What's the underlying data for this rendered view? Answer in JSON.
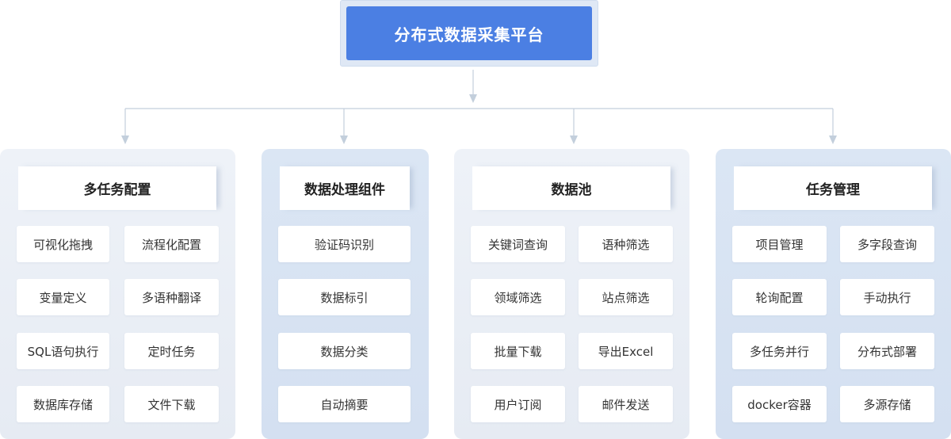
{
  "root": {
    "title": "分布式数据采集平台"
  },
  "groups": [
    {
      "title": "多任务配置",
      "items": [
        "可视化拖拽",
        "流程化配置",
        "变量定义",
        "多语种翻译",
        "SQL语句执行",
        "定时任务",
        "数据库存储",
        "文件下载"
      ]
    },
    {
      "title": "数据处理组件",
      "items": [
        "验证码识别",
        "数据标引",
        "数据分类",
        "自动摘要"
      ]
    },
    {
      "title": "数据池",
      "items": [
        "关键词查询",
        "语种筛选",
        "领域筛选",
        "站点筛选",
        "批量下载",
        "导出Excel",
        "用户订阅",
        "邮件发送"
      ]
    },
    {
      "title": "任务管理",
      "items": [
        "项目管理",
        "多字段查询",
        "轮询配置",
        "手动执行",
        "多任务并行",
        "分布式部署",
        "docker容器",
        "多源存储"
      ]
    }
  ],
  "colors": {
    "root_fill": "#4b7fe3",
    "connector": "#c3cfdc",
    "panel_fill": "#e9eef5",
    "panel_highlight": "#d8e3f3"
  }
}
